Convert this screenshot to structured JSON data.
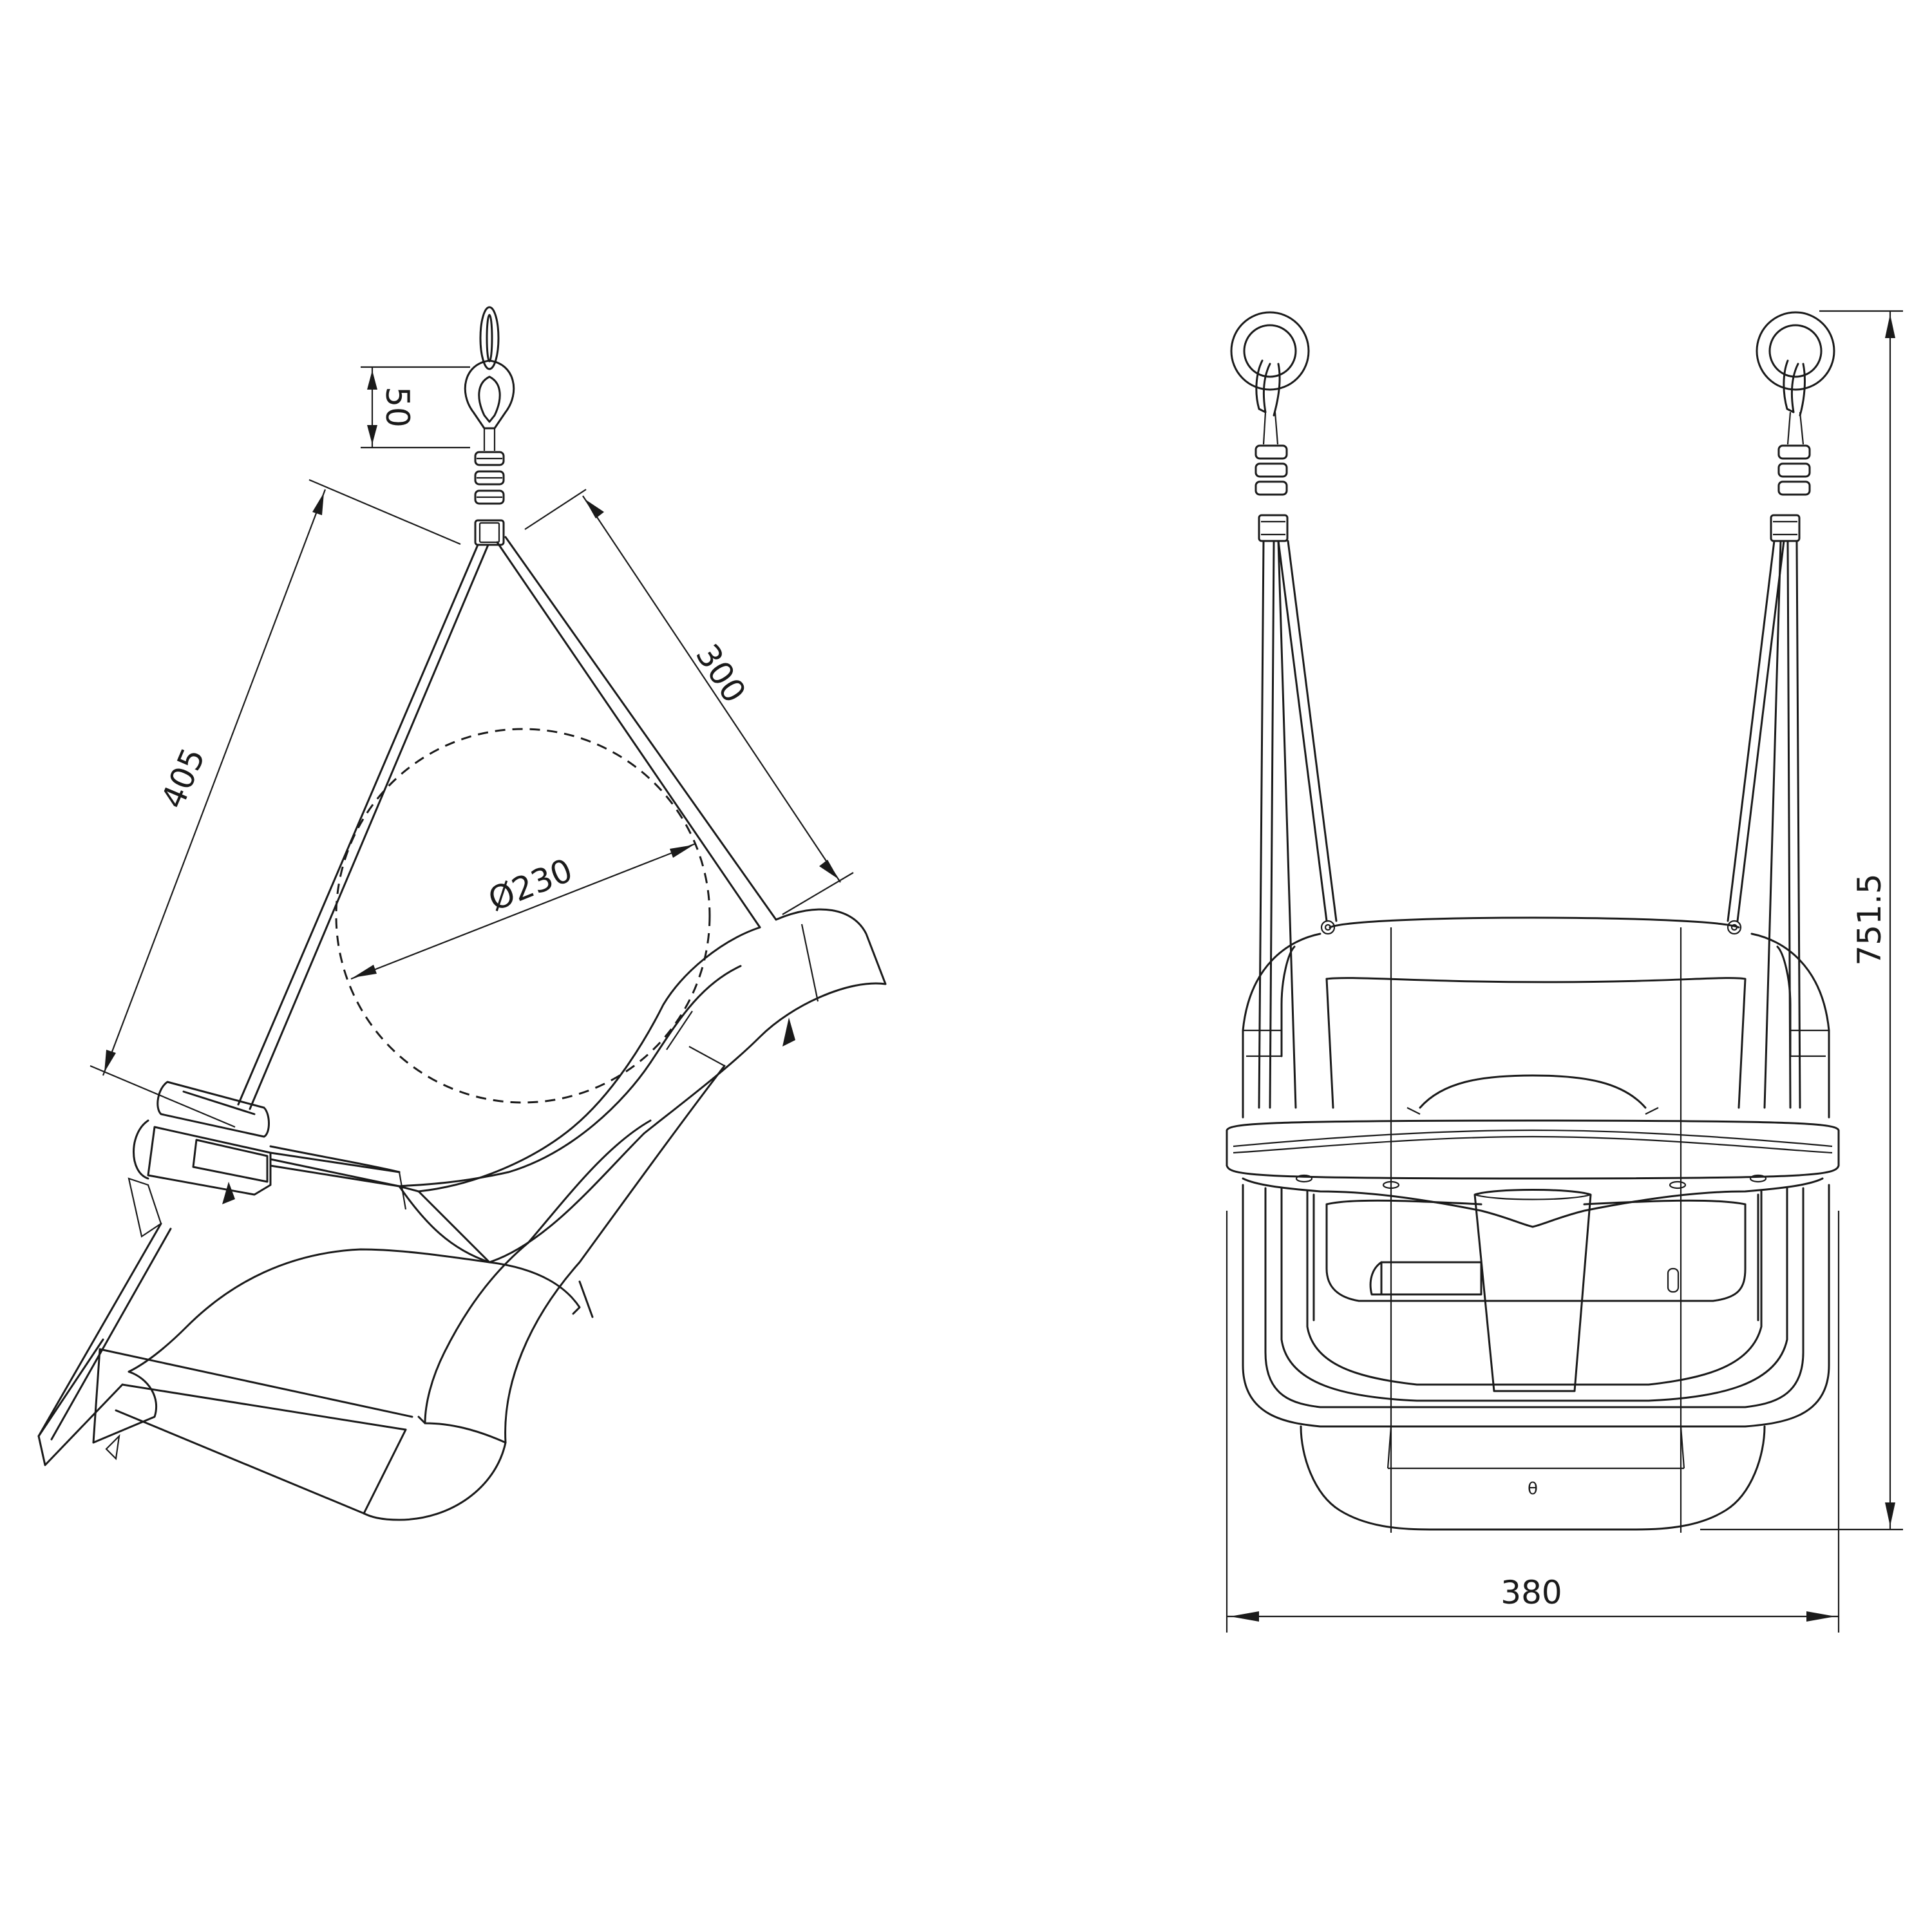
{
  "drawing": {
    "side_view": {
      "dimensions": {
        "hook_height": "50",
        "front_rope_length": "405",
        "rear_rope_length": "300",
        "head_clearance_diameter": "Ø230"
      }
    },
    "front_view": {
      "dimensions": {
        "total_height": "751.5",
        "seat_width": "380"
      }
    }
  }
}
